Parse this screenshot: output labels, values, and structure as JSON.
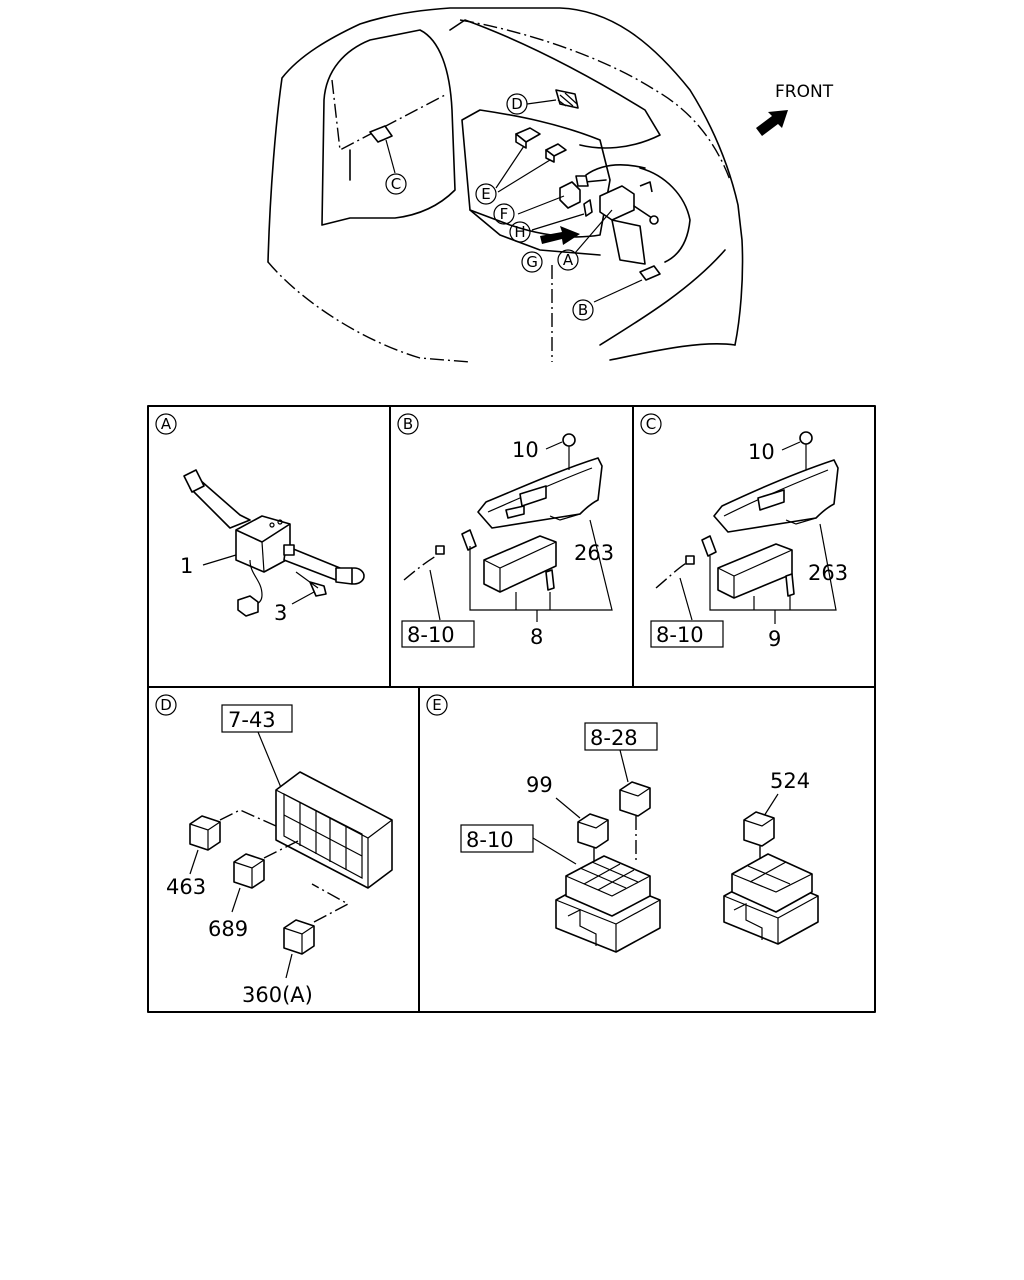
{
  "front_label": "FRONT",
  "callouts": {
    "A": "A",
    "B": "B",
    "C": "C",
    "D": "D",
    "E": "E",
    "F": "F",
    "G": "G",
    "H": "H"
  },
  "panels": {
    "A": {
      "letter": "A",
      "part_1": "1",
      "part_3": "3"
    },
    "B": {
      "letter": "B",
      "part_10": "10",
      "part_263": "263",
      "ref_box": "8-10",
      "part_8": "8"
    },
    "C": {
      "letter": "C",
      "part_10": "10",
      "part_263": "263",
      "ref_box": "8-10",
      "part_9": "9"
    },
    "D": {
      "letter": "D",
      "ref_box": "7-43",
      "part_463": "463",
      "part_689": "689",
      "part_360": "360(A)"
    },
    "E": {
      "letter": "E",
      "ref_box_top": "8-28",
      "part_99": "99",
      "ref_box_left": "8-10",
      "part_524": "524"
    }
  }
}
